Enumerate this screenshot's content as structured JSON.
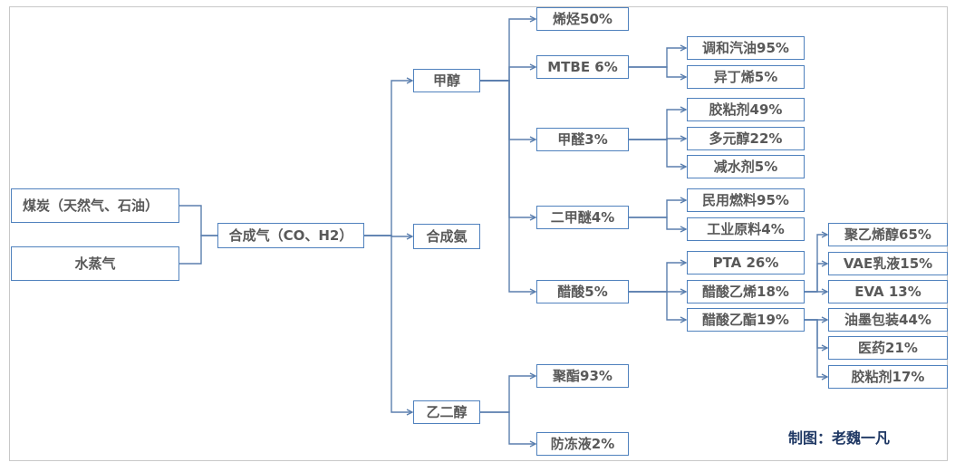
{
  "nodes": {
    "coal": "煤炭（天然气、石油）",
    "steam": "水蒸气",
    "syngas": "合成气（CO、H2）",
    "methanol": "甲醇",
    "ammonia": "合成氨",
    "glycol": "乙二醇",
    "olefin": "烯烃50%",
    "mtbe": "MTBE 6%",
    "formaldehyde": "甲醛3%",
    "dme": "二甲醚4%",
    "acetic_acid": "醋酸5%",
    "polyester": "聚酯93%",
    "antifreeze": "防冻液2%",
    "blended_gasoline": "调和汽油95%",
    "isobutylene": "异丁烯5%",
    "adhesive_49": "胶粘剂49%",
    "polyol": "多元醇22%",
    "water_reducer": "减水剂5%",
    "civil_fuel": "民用燃料95%",
    "industrial_material": "工业原料4%",
    "pta": "PTA 26%",
    "vinyl_acetate": "醋酸乙烯18%",
    "ethyl_acetate": "醋酸乙酯19%",
    "pva": "聚乙烯醇65%",
    "vae": "VAE乳液15%",
    "eva": "EVA 13%",
    "ink_packaging": "油墨包装44%",
    "medicine": "医药21%",
    "adhesive_17": "胶粘剂17%"
  },
  "credit": "制图：老魏一凡",
  "colors": {
    "line": "#5b7fae",
    "border": "#4f81bd",
    "text": "#595959",
    "credit": "#1f3864"
  }
}
